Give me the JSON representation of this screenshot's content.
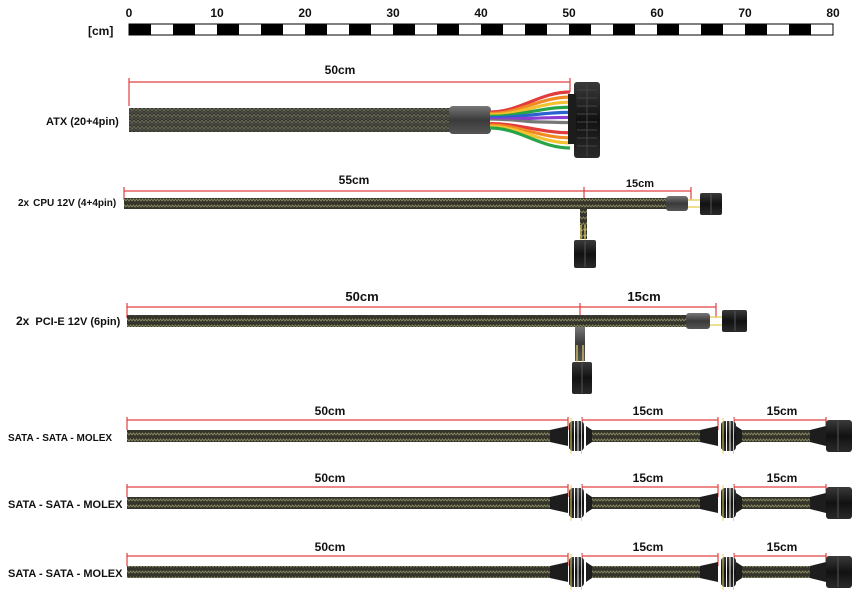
{
  "ruler": {
    "unit_label": "[cm]",
    "ticks": [
      "0",
      "10",
      "20",
      "30",
      "40",
      "50",
      "60",
      "70",
      "80"
    ]
  },
  "cables": [
    {
      "id": "atx",
      "label": "ATX (20+4pin)",
      "segments": [
        "50cm"
      ],
      "colors": [
        "#e23b3b",
        "#f08a22",
        "#f2c230",
        "#27a447",
        "#2a62d1",
        "#8b3fd0",
        "#777777",
        "#ffffff"
      ]
    },
    {
      "id": "cpu",
      "label_prefix": "2x",
      "label": "CPU 12V (4+4pin)",
      "segments": [
        "55cm",
        "15cm"
      ]
    },
    {
      "id": "pcie",
      "label_prefix": "2x",
      "label": "PCI-E 12V (6pin)",
      "segments": [
        "50cm",
        "15cm"
      ]
    },
    {
      "id": "sata1",
      "label": "SATA - SATA - MOLEX",
      "segments": [
        "50cm",
        "15cm",
        "15cm"
      ]
    },
    {
      "id": "sata2",
      "label": "SATA - SATA - MOLEX",
      "segments": [
        "50cm",
        "15cm",
        "15cm"
      ]
    },
    {
      "id": "sata3",
      "label": "SATA - SATA - MOLEX",
      "segments": [
        "50cm",
        "15cm",
        "15cm"
      ]
    }
  ],
  "colors": {
    "dimension_line": "#e04040",
    "sleeve": "#3a3a33",
    "connector": "#1a1a1a"
  }
}
